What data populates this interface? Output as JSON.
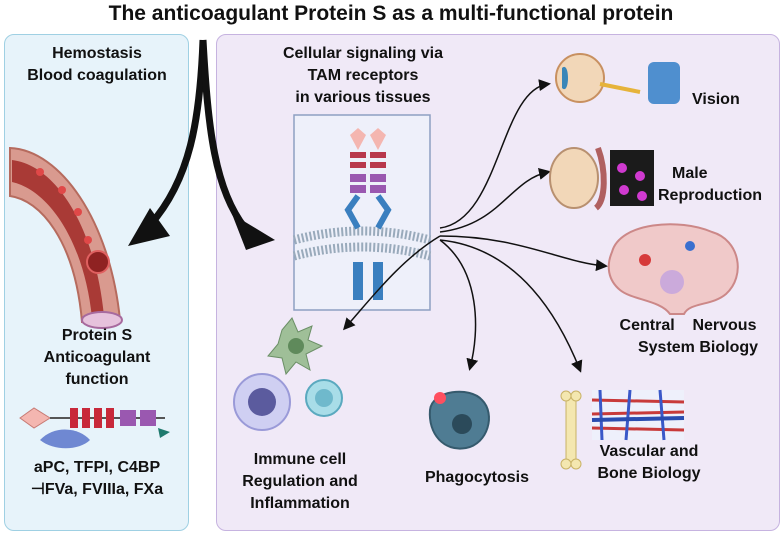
{
  "title": "The anticoagulant Protein S as a multi-functional protein",
  "left_panel": {
    "heading_line1": "Hemostasis",
    "heading_line2": "Blood coagulation",
    "protein_line1": "Protein S",
    "protein_line2": "Anticoagulant",
    "protein_line3": "function",
    "partners_line1": "aPC, TFPI, C4BP",
    "partners_line2": "⊣FVa, FVIIIa, FXa"
  },
  "right_panel": {
    "signaling_line1": "Cellular signaling via",
    "signaling_line2": "TAM receptors",
    "signaling_line3": "in various tissues",
    "vision": "Vision",
    "male_line1": "Male",
    "male_line2": "Reproduction",
    "cns_line1": "Central    Nervous",
    "cns_line2": "System Biology",
    "immune_line1": "Immune cell",
    "immune_line2": "Regulation and",
    "immune_line3": "Inflammation",
    "phagocytosis": "Phagocytosis",
    "vascular_line1": "Vascular and",
    "vascular_line2": "Bone Biology"
  },
  "colors": {
    "left_panel_bg": "#e7f3fa",
    "right_panel_bg": "#f0e9f7",
    "arrow": "#111111"
  }
}
